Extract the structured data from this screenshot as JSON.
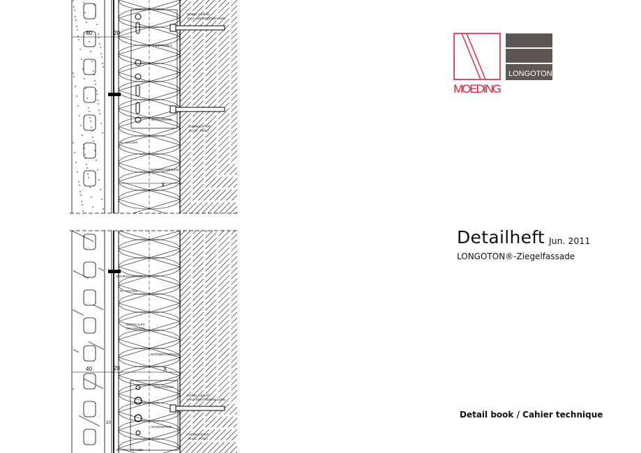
{
  "cover": {
    "title": "Detailheft",
    "date": "Jun. 2011",
    "subtitle": "LONGOTON®-Ziegelfassade",
    "footer": "Detail book / Cahier technique"
  },
  "logo": {
    "brand": "MOEDING",
    "product": "LONGOTON®",
    "brand_color": "#e3203a",
    "product_color": "#5e5650"
  },
  "drawing_top": {
    "dim_tile": "40",
    "dim_gap": "20",
    "dim_insulation": "X",
    "label_dowel_1": "DÜBEL GEMÄß",
    "label_dowel_2": "STAT. ERFORDERNISSEN",
    "label_fixed_point": "FESTPUNKT",
    "label_wall_bracket": "WANDWINKEL",
    "label_thermostop_1": "THERMOSTOP",
    "label_thermostop_2": "(EVTL.-POS.)",
    "label_holder": "M - HALTER",
    "label_insulation": "WÄRMEDÄMMUNG"
  },
  "drawing_bottom": {
    "dim_tile": "40",
    "dim_gap": "20",
    "dim_insulation": "X",
    "dim_small": "10",
    "label_screw": "BOHRSCHRAUBE",
    "label_holder": "M - HALTER",
    "label_profile_1": "VERTIKALES",
    "label_profile_2": "TRAGPROFIL",
    "label_insulation": "WÄRMEDÄMMUNG",
    "label_sliding_point": "GLEITPUNKT",
    "label_dowel_1": "DÜBEL GEMÄß",
    "label_dowel_2": "STAT. ERFORDERNISSEN",
    "label_wall_bracket": "WANDWINKEL",
    "label_thermostop_1": "THERMOSTOP",
    "label_thermostop_2": "(EVTL.-POS.)",
    "label_screw_2": "BOHRSCHRAUBE"
  }
}
